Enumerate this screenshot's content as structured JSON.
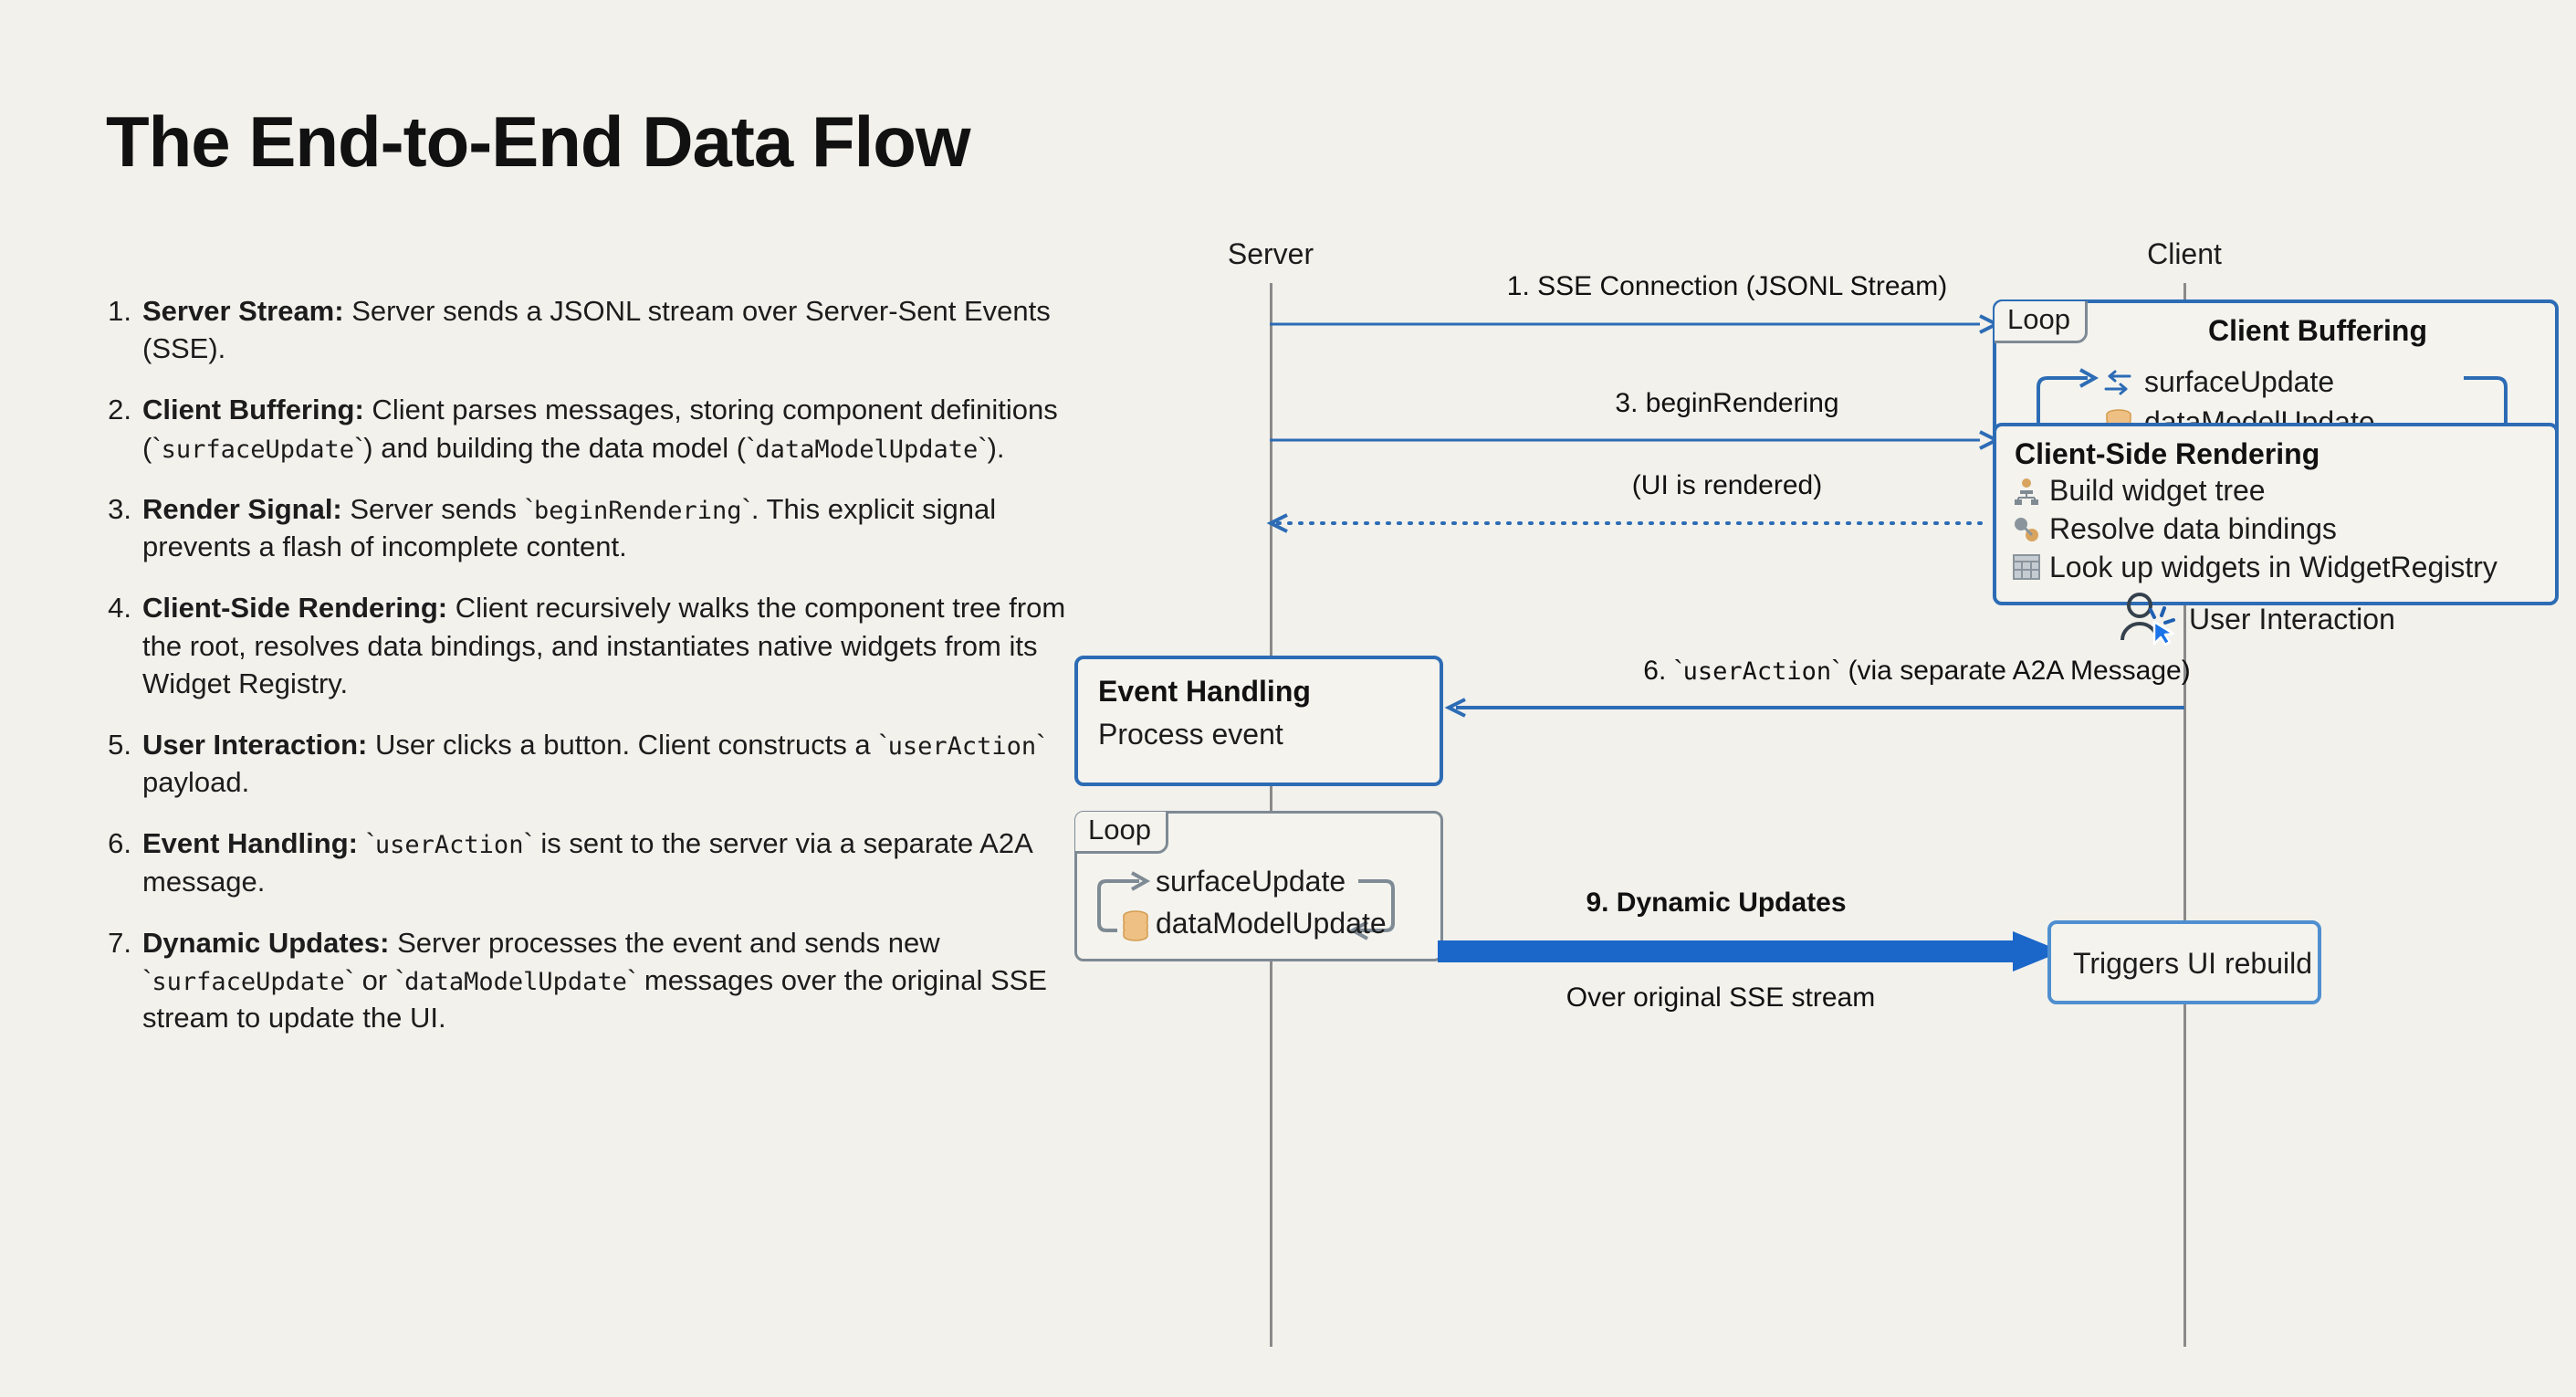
{
  "page": {
    "title": "The End-to-End Data Flow",
    "background_color": "#f2f1ec",
    "accent_blue": "#2d6cb5",
    "lifeline_gray": "#8a8a8a",
    "db_icon_orange": "#e8b464"
  },
  "steps": [
    {
      "num": "1.",
      "title": "Server Stream:",
      "text": " Server sends a JSONL stream over Server-Sent Events (SSE)."
    },
    {
      "num": "2.",
      "title": "Client Buffering:",
      "text": " Client parses messages, storing component definitions (`surfaceUpdate`) and building the data model (`dataModelUpdate`)."
    },
    {
      "num": "3.",
      "title": "Render Signal:",
      "text": " Server sends `beginRendering`. This explicit signal prevents a flash of incomplete content."
    },
    {
      "num": "4.",
      "title": "Client-Side Rendering:",
      "text": " Client recursively walks the component tree from the root, resolves data bindings, and instantiates native widgets from its Widget Registry."
    },
    {
      "num": "5.",
      "title": "User Interaction:",
      "text": " User clicks a button. Client constructs a `userAction` payload."
    },
    {
      "num": "6.",
      "title": "Event Handling:",
      "text": " `userAction` is sent to the server via a separate A2A message."
    },
    {
      "num": "7.",
      "title": "Dynamic Updates:",
      "text": " Server processes the event and sends new `surfaceUpdate` or `dataModelUpdate` messages over the original SSE stream to update the UI."
    }
  ],
  "diagram": {
    "actors": {
      "server": "Server",
      "client": "Client"
    },
    "messages": {
      "sse_connection": "1. SSE Connection (JSONL Stream)",
      "begin_rendering": "3. beginRendering",
      "ui_rendered": "(UI is rendered)",
      "user_action": "6. `userAction` (via separate A2A Message)",
      "dynamic_updates": "9. Dynamic Updates",
      "dynamic_updates_sub": "Over original SSE stream"
    },
    "client_buffering": {
      "loop_label": "Loop",
      "title": "Client Buffering",
      "items": [
        {
          "icon": "swap-icon",
          "label": "surfaceUpdate"
        },
        {
          "icon": "database-icon",
          "label": "dataModelUpdate"
        }
      ]
    },
    "client_rendering": {
      "title": "Client-Side Rendering",
      "items": [
        {
          "icon": "tree-icon",
          "label": "Build widget tree"
        },
        {
          "icon": "link-icon",
          "label": "Resolve data bindings"
        },
        {
          "icon": "registry-icon",
          "label": "Look up widgets in WidgetRegistry"
        }
      ]
    },
    "user_interaction": {
      "icon": "user-click-icon",
      "label": "User Interaction"
    },
    "event_handling": {
      "title": "Event Handling",
      "subtitle": "Process event"
    },
    "server_loop": {
      "loop_label": "Loop",
      "items": [
        {
          "icon": "none",
          "label": "surfaceUpdate"
        },
        {
          "icon": "database-icon",
          "label": "dataModelUpdate"
        }
      ]
    },
    "triggers_box": {
      "label": "Triggers UI rebuild"
    }
  }
}
